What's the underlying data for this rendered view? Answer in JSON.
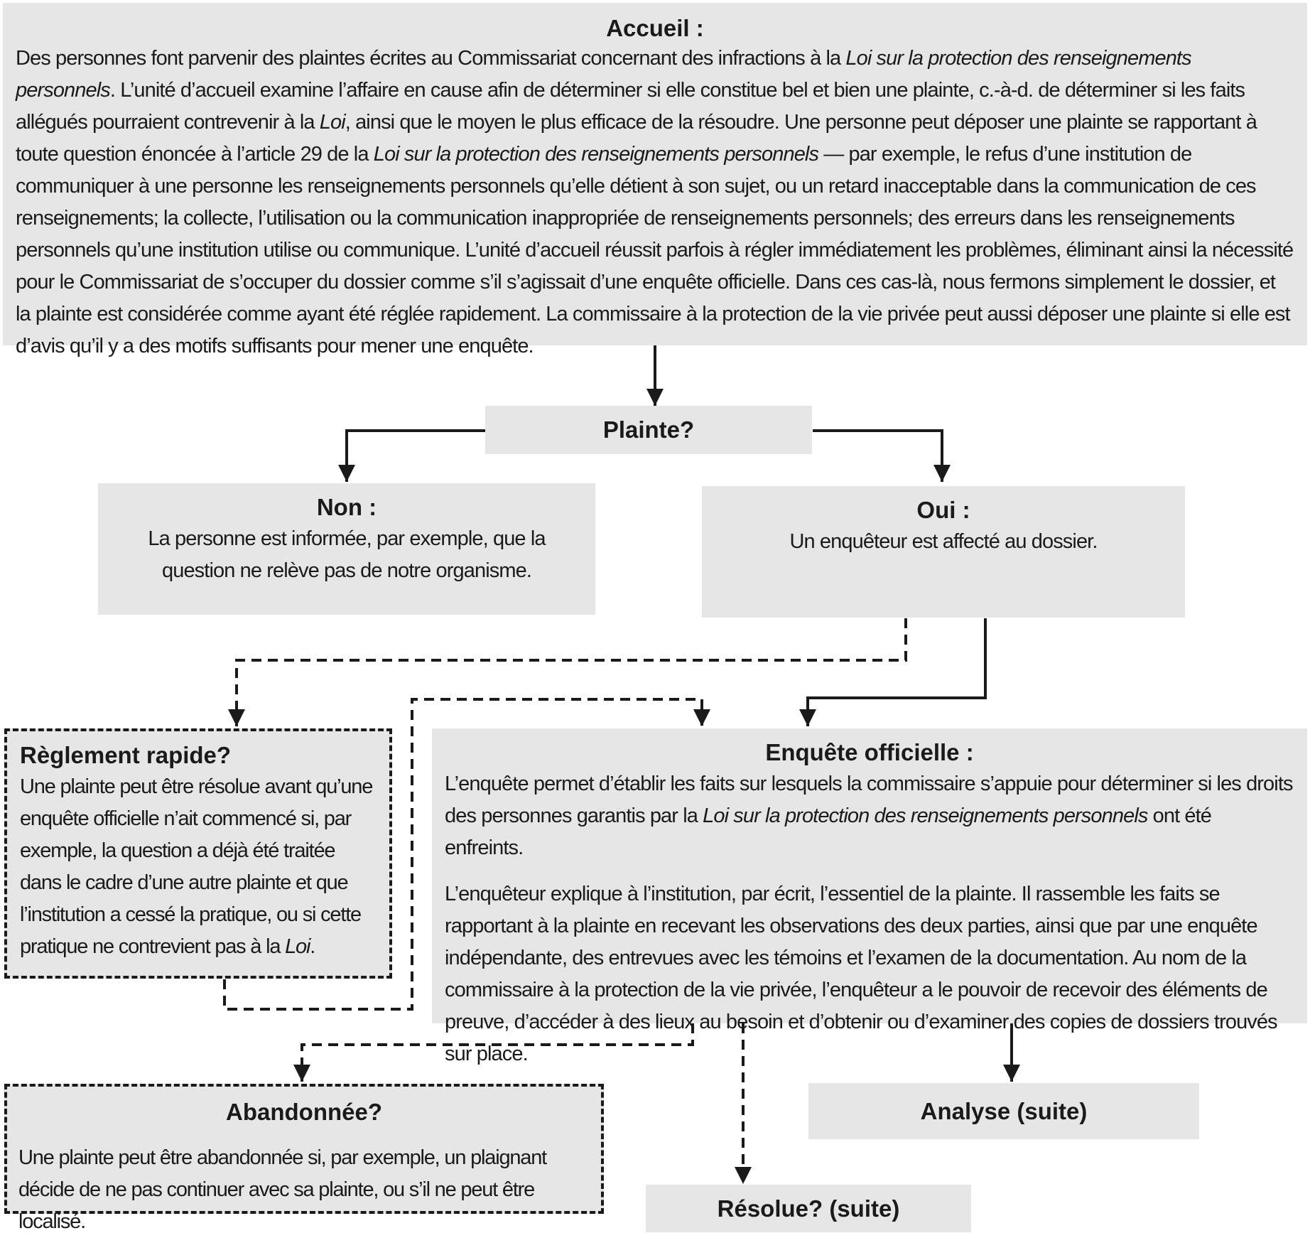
{
  "accueil": {
    "title": "Accueil :",
    "p1": "Des personnes font parvenir des plaintes écrites au Commissariat concernant des infractions à la ",
    "p1_law": "Loi sur la protection des renseignements personnels",
    "p2": ". L’unité d’accueil examine l’affaire en cause afin de déterminer si elle constitue bel et bien une plainte, c.-à-d. de déterminer si les faits allégués pourraient contrevenir à la ",
    "p2_law": "Loi",
    "p3": ", ainsi que le moyen le plus efficace de la résoudre. Une personne peut déposer une plainte se rapportant à toute question énoncée à l’article 29 de la ",
    "p3_law": "Loi sur la protection des renseignements personnels",
    "p4": " — par exemple, le refus d’une institution de communiquer à une personne les renseignements personnels qu’elle détient à son sujet, ou un retard inacceptable dans la communication de ces renseignements; la collecte, l’utilisation ou la communication inappropriée de renseignements personnels; des erreurs dans les renseignements personnels qu’une institution utilise ou communique. L’unité d’accueil réussit parfois à régler immédiatement les problèmes, éliminant ainsi la nécessité pour le Commissariat de s’occuper du dossier comme s’il s’agissait d’une enquête officielle. Dans ces cas-là, nous fermons simplement le dossier, et la plainte est considérée comme ayant été réglée rapidement. La commissaire à la protection de la vie privée peut aussi déposer une plainte si elle est d’avis qu’il y a des motifs suffisants pour mener une enquête."
  },
  "plainte": {
    "title": "Plainte?"
  },
  "non": {
    "title": "Non :",
    "text": "La personne est informée, par exemple, que la question ne relève pas de notre organisme."
  },
  "oui": {
    "title": "Oui :",
    "text": "Un enquêteur est affecté au dossier."
  },
  "reglement": {
    "title": "Règlement rapide?",
    "text": "Une plainte peut être résolue avant qu’une enquête officielle n’ait commencé si, par exemple, la question a déjà été traitée dans le cadre d’une autre plainte et que l’institution a cessé la pratique, ou si cette pratique ne contrevient pas à la ",
    "text_law": "Loi",
    "text_end": "."
  },
  "enquete": {
    "title": "Enquête officielle :",
    "p1a": "L’enquête permet d’établir les faits sur lesquels la commissaire s’appuie pour déterminer si les droits des personnes garantis par la ",
    "p1_law": "Loi sur la protection des renseignements personnels",
    "p1b": " ont été enfreints.",
    "p2": "L’enquêteur explique à l’institution, par écrit, l’essentiel de la plainte. Il rassemble les faits se rapportant à la plainte en recevant les observations des deux parties, ainsi que par une enquête indépendante, des entrevues avec les témoins et l’examen de la documentation. Au nom de la commissaire à la protection de la vie privée, l’enquêteur a le pouvoir de recevoir des éléments de preuve, d’accéder à des lieux au besoin et d’obtenir ou d’examiner des copies de dossiers trouvés sur place."
  },
  "abandonnee": {
    "title": "Abandonnée?",
    "text": "Une plainte peut être abandonnée si, par exemple, un plaignant décide de ne pas continuer avec sa plainte, ou s’il ne peut être localisé."
  },
  "analyse": {
    "title": "Analyse (suite)"
  },
  "resolue": {
    "title": "Résolue? (suite)"
  },
  "colors": {
    "box_fill": "#e6e6e6",
    "line": "#1a1a1a"
  }
}
